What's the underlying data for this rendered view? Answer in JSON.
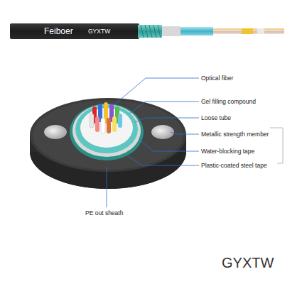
{
  "diagram": {
    "labels": [
      "Feiboer",
      "GYXTW",
      "Optical fiber",
      "Gel filling compound",
      "Loose tube",
      "Metallic strength member",
      "Water-blocking tape",
      "Plastic-coated steel tape",
      "PE out sheath"
    ],
    "caption": "GYXTW"
  }
}
